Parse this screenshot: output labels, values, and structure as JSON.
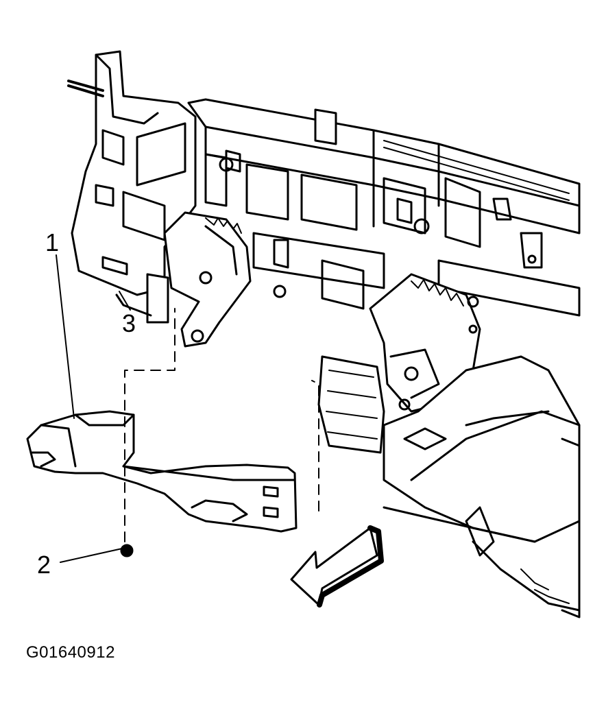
{
  "callouts": {
    "c1": "1",
    "c2": "2",
    "c3": "3"
  },
  "figure_id": "G01640912",
  "icons": [
    "arrow-left-down-icon"
  ],
  "colors": {
    "ink": "#000000",
    "paper": "#ffffff"
  }
}
